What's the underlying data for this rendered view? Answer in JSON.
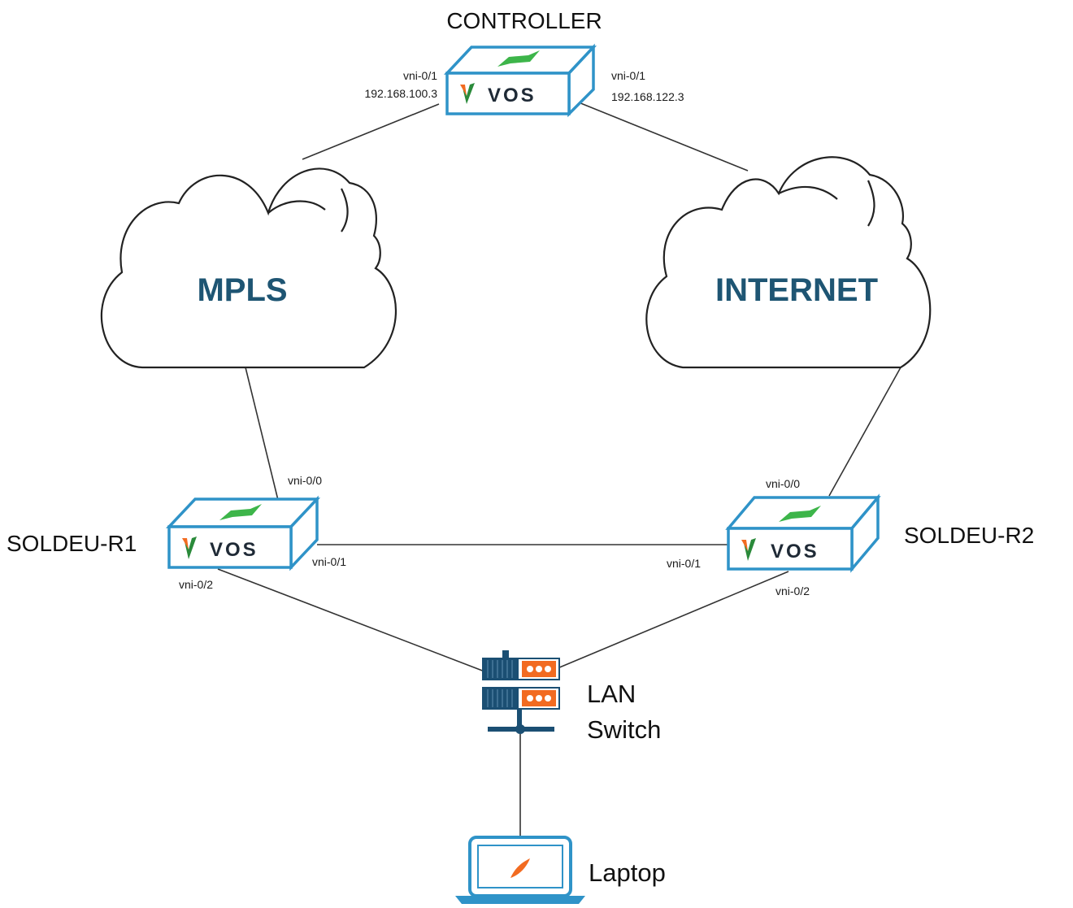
{
  "nodes": {
    "controller": {
      "name": "CONTROLLER",
      "brand": "VOS",
      "left_iface": "vni-0/1",
      "left_ip": "192.168.100.3",
      "right_iface": "vni-0/1",
      "right_ip": "192.168.122.3"
    },
    "r1": {
      "name": "SOLDEU-R1",
      "brand": "VOS",
      "iface_wan": "vni-0/0",
      "iface_peer": "vni-0/1",
      "iface_lan": "vni-0/2"
    },
    "r2": {
      "name": "SOLDEU-R2",
      "brand": "VOS",
      "iface_wan": "vni-0/0",
      "iface_peer": "vni-0/1",
      "iface_lan": "vni-0/2"
    },
    "lan_switch": {
      "line1": "LAN",
      "line2": "Switch"
    },
    "laptop": {
      "name": "Laptop"
    }
  },
  "clouds": {
    "mpls": "MPLS",
    "internet": "INTERNET"
  },
  "colors": {
    "device_outline": "#2f93c8",
    "cloud_label": "#1e5573",
    "logo_green": "#3db54a",
    "switch_blue": "#1b4f73",
    "accent_orange": "#f26b21"
  },
  "icons": [
    "vos-logo-icon",
    "cloud-icon",
    "lan-switch-icon",
    "laptop-icon"
  ]
}
